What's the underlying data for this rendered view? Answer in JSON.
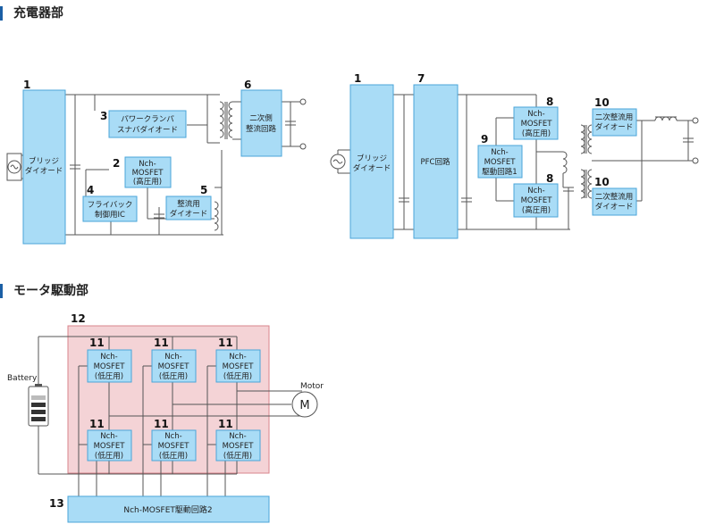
{
  "sections": {
    "charger": "充電器部",
    "motor": "モータ駆動部"
  },
  "charger_left": {
    "n1": "1",
    "n2": "2",
    "n3": "3",
    "n4": "4",
    "n5": "5",
    "n6": "6",
    "bridge": [
      "ブリッジ",
      "ダイオード"
    ],
    "snubber": [
      "パワークランパ",
      "スナバダイオード"
    ],
    "mosfet": [
      "Nch-",
      "MOSFET",
      "(高圧用)"
    ],
    "flyback": [
      "フライバック",
      "制御用IC"
    ],
    "rectifier": [
      "整流用",
      "ダイオード"
    ],
    "secondary": [
      "二次側",
      "整流回路"
    ]
  },
  "charger_right": {
    "n1": "1",
    "n7": "7",
    "n8a": "8",
    "n8b": "8",
    "n9": "9",
    "n10a": "10",
    "n10b": "10",
    "bridge": [
      "ブリッジ",
      "ダイオード"
    ],
    "pfc": "PFC回路",
    "mosfet_top": [
      "Nch-",
      "MOSFET",
      "(高圧用)"
    ],
    "mosfet_bottom": [
      "Nch-",
      "MOSFET",
      "(高圧用)"
    ],
    "driver": [
      "Nch-",
      "MOSFET",
      "駆動回路1"
    ],
    "rect_top": [
      "二次整流用",
      "ダイオード"
    ],
    "rect_bottom": [
      "二次整流用",
      "ダイオード"
    ]
  },
  "motor_drive": {
    "n12": "12",
    "n13": "13",
    "module_numbers": [
      "11",
      "11",
      "11",
      "11",
      "11",
      "11"
    ],
    "mosfet": [
      "Nch-",
      "MOSFET",
      "(低圧用)"
    ],
    "battery": "Battery",
    "motor": "Motor",
    "motor_symbol": "M",
    "driver2": "Nch-MOSFET駆動回路2"
  }
}
